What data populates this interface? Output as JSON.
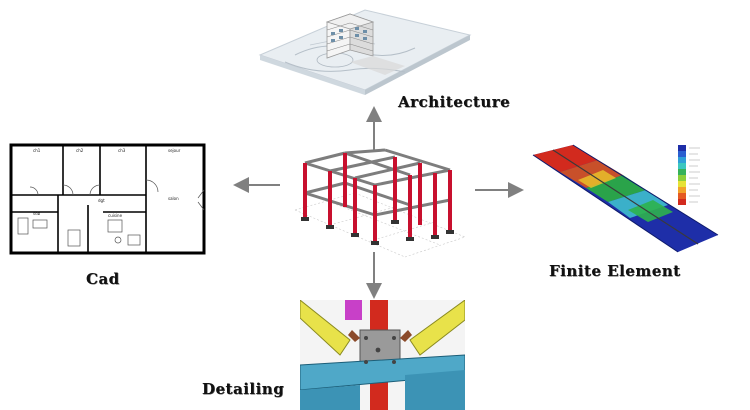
{
  "labels": {
    "architecture": "Architecture",
    "cad": "Cad",
    "finite_element": "Finite Element",
    "detailing": "Detailing"
  },
  "colors": {
    "frame_red": "#c8102e",
    "frame_grey": "#7d7d7d",
    "arrow_grey": "#808080",
    "fe_red": "#d22a1e",
    "fe_blue": "#1e2ea8",
    "fe_green": "#2aa34a"
  }
}
